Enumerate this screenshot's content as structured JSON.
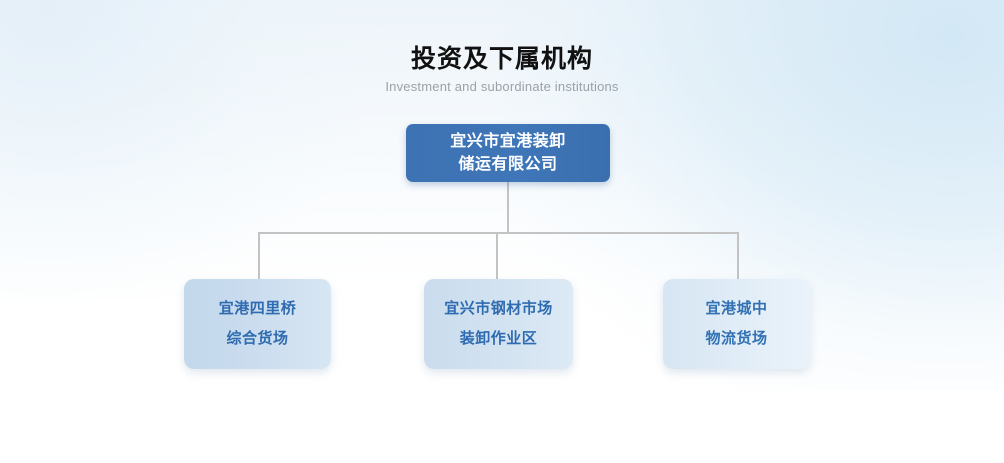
{
  "heading": {
    "title": "投资及下属机构",
    "subtitle": "Investment and subordinate institutions"
  },
  "colors": {
    "root_node_fill": "#3d72b3",
    "root_node_text": "#ffffff",
    "child_node_fill": "#cadcee",
    "child_node_text": "#2f6bb0",
    "connector_line": "#c3c3c3",
    "background_top": "#edf4fa",
    "background_bottom": "#ffffff",
    "title_text": "#111111",
    "subtitle_text": "#9aa2a8"
  },
  "org_chart": {
    "root": {
      "id": "root-node",
      "lines": [
        "宜兴市宜港装卸",
        "储运有限公司"
      ]
    },
    "children": [
      {
        "id": "child-node-1",
        "lines": [
          "宜港四里桥",
          "综合货场"
        ]
      },
      {
        "id": "child-node-2",
        "lines": [
          "宜兴市钢材市场",
          "装卸作业区"
        ]
      },
      {
        "id": "child-node-3",
        "lines": [
          "宜港城中",
          "物流货场"
        ]
      }
    ]
  }
}
